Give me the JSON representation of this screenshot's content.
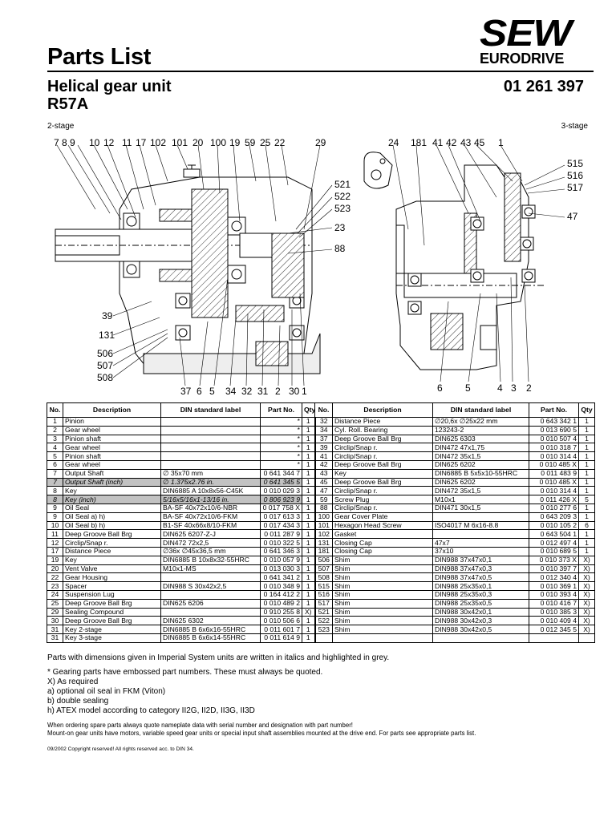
{
  "header": {
    "title": "Parts List",
    "subtitle_1": "Helical gear unit",
    "subtitle_2": "R57A",
    "document_number": "01 261 397",
    "logo_top": "SEW",
    "logo_bottom": "EURODRIVE",
    "stage_left": "2-stage",
    "stage_right": "3-stage"
  },
  "drawing_left_labels": [
    "7",
    "8",
    "9",
    "10",
    "12",
    "11",
    "17",
    "102",
    "101",
    "20",
    "100",
    "19",
    "59",
    "25",
    "22",
    "29",
    "521",
    "522",
    "523",
    "23",
    "88",
    "39",
    "131",
    "506",
    "507",
    "508",
    "37",
    "6",
    "5",
    "34",
    "32",
    "31",
    "2",
    "30",
    "1"
  ],
  "drawing_right_labels": [
    "24",
    "181",
    "41",
    "42",
    "43",
    "45",
    "1",
    "515",
    "516",
    "517",
    "47",
    "6",
    "5",
    "4",
    "3",
    "2"
  ],
  "table": {
    "headers": {
      "no": "No.",
      "description": "Description",
      "din": "DIN standard label",
      "part_no": "Part No.",
      "qty": "Qty"
    },
    "left_rows": [
      {
        "no": "1",
        "desc": "Pinion",
        "din": "",
        "part": "*",
        "qty": "1",
        "gray": false
      },
      {
        "no": "2",
        "desc": "Gear wheel",
        "din": "",
        "part": "*",
        "qty": "1",
        "gray": false
      },
      {
        "no": "3",
        "desc": "Pinion shaft",
        "din": "",
        "part": "*",
        "qty": "1",
        "gray": false
      },
      {
        "no": "4",
        "desc": "Gear wheel",
        "din": "",
        "part": "*",
        "qty": "1",
        "gray": false
      },
      {
        "no": "5",
        "desc": "Pinion shaft",
        "din": "",
        "part": "*",
        "qty": "1",
        "gray": false
      },
      {
        "no": "6",
        "desc": "Gear wheel",
        "din": "",
        "part": "*",
        "qty": "1",
        "gray": false
      },
      {
        "no": "7",
        "desc": "Output Shaft",
        "din": "∅ 35x70 mm",
        "part": "0 641 344 7",
        "qty": "1",
        "gray": false
      },
      {
        "no": "7",
        "desc": "Output Shaft (inch)",
        "din": "∅ 1.375x2.76 in.",
        "part": "0 641 345 5",
        "qty": "1",
        "gray": true
      },
      {
        "no": "8",
        "desc": "Key",
        "din": "DIN6885  A 10x8x56-C45K",
        "part": "0 010 029 3",
        "qty": "1",
        "gray": false
      },
      {
        "no": "8",
        "desc": "Key (inch)",
        "din": "5/16x5/16x1-13/16 in.",
        "part": "0 806 923 9",
        "qty": "1",
        "gray": true
      },
      {
        "no": "9",
        "desc": "Oil Seal",
        "din": "BA-SF 40x72x10/6-NBR",
        "part": "0 017 758 X",
        "qty": "1",
        "gray": false
      },
      {
        "no": "9",
        "desc": "Oil Seal  a)  h)",
        "din": "BA-SF 40x72x10/6-FKM",
        "part": "0 017 613 3",
        "qty": "1",
        "gray": false
      },
      {
        "no": "10",
        "desc": "Oil Seal  b)  h)",
        "din": "B1-SF 40x66x8/10-FKM",
        "part": "0 017 434 3",
        "qty": "1",
        "gray": false
      },
      {
        "no": "11",
        "desc": "Deep Groove Ball Brg",
        "din": "DIN625  6207-Z-J",
        "part": "0 011 287 9",
        "qty": "1",
        "gray": false
      },
      {
        "no": "12",
        "desc": "Circlip/Snap r.",
        "din": "DIN472  72x2,5",
        "part": "0 010 322 5",
        "qty": "1",
        "gray": false
      },
      {
        "no": "17",
        "desc": "Distance Piece",
        "din": "∅36x ∅45x36,5 mm",
        "part": "0 641 346 3",
        "qty": "1",
        "gray": false
      },
      {
        "no": "19",
        "desc": "Key",
        "din": "DIN6885  B 10x8x32-55HRC",
        "part": "0 010 057 9",
        "qty": "1",
        "gray": false
      },
      {
        "no": "20",
        "desc": "Vent Valve",
        "din": "M10x1-MS",
        "part": "0 013 030 3",
        "qty": "1",
        "gray": false
      },
      {
        "no": "22",
        "desc": "Gear Housing",
        "din": "",
        "part": "0 641 341 2",
        "qty": "1",
        "gray": false
      },
      {
        "no": "23",
        "desc": "Spacer",
        "din": "DIN988  S 30x42x2,5",
        "part": "0 010 348 9",
        "qty": "1",
        "gray": false
      },
      {
        "no": "24",
        "desc": "Suspension Lug",
        "din": "",
        "part": "0 164 412 2",
        "qty": "1",
        "gray": false
      },
      {
        "no": "25",
        "desc": "Deep Groove Ball Brg",
        "din": "DIN625  6206",
        "part": "0 010 489 2",
        "qty": "1",
        "gray": false
      },
      {
        "no": "29",
        "desc": "Sealing Compound",
        "din": "",
        "part": "0 910 255 8",
        "qty": "X)",
        "gray": false
      },
      {
        "no": "30",
        "desc": "Deep Groove Ball Brg",
        "din": "DIN625  6302",
        "part": "0 010 506 6",
        "qty": "1",
        "gray": false
      },
      {
        "no": "31",
        "desc": "Key 2-stage",
        "din": "DIN6885  B 6x6x16-55HRC",
        "part": "0 011 601 7",
        "qty": "1",
        "gray": false
      },
      {
        "no": "31",
        "desc": "Key 3-stage",
        "din": "DIN6885  B 6x6x14-55HRC",
        "part": "0 011 614 9",
        "qty": "1",
        "gray": false
      }
    ],
    "right_rows": [
      {
        "no": "32",
        "desc": "Distance Piece",
        "din": "∅20,6x ∅25x22 mm",
        "part": "0 643 342 1",
        "qty": "1"
      },
      {
        "no": "34",
        "desc": "Cyl. Roll. Bearing",
        "din": "123243-2",
        "part": "0 013 690 5",
        "qty": "1"
      },
      {
        "no": "37",
        "desc": "Deep Groove Ball Brg",
        "din": "DIN625  6303",
        "part": "0 010 507 4",
        "qty": "1"
      },
      {
        "no": "39",
        "desc": "Circlip/Snap r.",
        "din": "DIN472  47x1,75",
        "part": "0 010 318 7",
        "qty": "1"
      },
      {
        "no": "41",
        "desc": "Circlip/Snap r.",
        "din": "DIN472  35x1,5",
        "part": "0 010 314 4",
        "qty": "1"
      },
      {
        "no": "42",
        "desc": "Deep Groove Ball Brg",
        "din": "DIN625  6202",
        "part": "0 010 485 X",
        "qty": "1"
      },
      {
        "no": "43",
        "desc": "Key",
        "din": "DIN6885  B 5x5x10-55HRC",
        "part": "0 011 483 9",
        "qty": "1"
      },
      {
        "no": "45",
        "desc": "Deep Groove Ball Brg",
        "din": "DIN625  6202",
        "part": "0 010 485 X",
        "qty": "1"
      },
      {
        "no": "47",
        "desc": "Circlip/Snap r.",
        "din": "DIN472  35x1,5",
        "part": "0 010 314 4",
        "qty": "1"
      },
      {
        "no": "59",
        "desc": "Screw Plug",
        "din": "M10x1",
        "part": "0 011 426 X",
        "qty": "5"
      },
      {
        "no": "88",
        "desc": "Circlip/Snap r.",
        "din": "DIN471  30x1,5",
        "part": "0 010 277 6",
        "qty": "1"
      },
      {
        "no": "100",
        "desc": "Gear Cover Plate",
        "din": "",
        "part": "0 643 209 3",
        "qty": "1"
      },
      {
        "no": "101",
        "desc": "Hexagon Head Screw",
        "din": "ISO4017  M 6x16-8.8",
        "part": "0 010 105 2",
        "qty": "6"
      },
      {
        "no": "102",
        "desc": "Gasket",
        "din": "",
        "part": "0 643 504 1",
        "qty": "1"
      },
      {
        "no": "131",
        "desc": "Closing Cap",
        "din": "47x7",
        "part": "0 012 497 4",
        "qty": "1"
      },
      {
        "no": "181",
        "desc": "Closing Cap",
        "din": "37x10",
        "part": "0 010 689 5",
        "qty": "1"
      },
      {
        "no": "506",
        "desc": "Shim",
        "din": "DIN988  37x47x0,1",
        "part": "0 010 373 X",
        "qty": "X)"
      },
      {
        "no": "507",
        "desc": "Shim",
        "din": "DIN988  37x47x0,3",
        "part": "0 010 397 7",
        "qty": "X)"
      },
      {
        "no": "508",
        "desc": "Shim",
        "din": "DIN988  37x47x0,5",
        "part": "0 012 340 4",
        "qty": "X)"
      },
      {
        "no": "515",
        "desc": "Shim",
        "din": "DIN988  25x35x0,1",
        "part": "0 010 369 1",
        "qty": "X)"
      },
      {
        "no": "516",
        "desc": "Shim",
        "din": "DIN988  25x35x0,3",
        "part": "0 010 393 4",
        "qty": "X)"
      },
      {
        "no": "517",
        "desc": "Shim",
        "din": "DIN988  25x35x0,5",
        "part": "0 010 416 7",
        "qty": "X)"
      },
      {
        "no": "521",
        "desc": "Shim",
        "din": "DIN988  30x42x0,1",
        "part": "0 010 385 3",
        "qty": "X)"
      },
      {
        "no": "522",
        "desc": "Shim",
        "din": "DIN988  30x42x0,3",
        "part": "0 010 409 4",
        "qty": "X)"
      },
      {
        "no": "523",
        "desc": "Shim",
        "din": "DIN988  30x42x0,5",
        "part": "0 012 345 5",
        "qty": "X)"
      },
      {
        "no": "",
        "desc": "",
        "din": "",
        "part": "",
        "qty": ""
      }
    ]
  },
  "notes": {
    "imperial": "Parts with dimensions given in Imperial System units are written in italics and highlighted in grey.",
    "lines": [
      "* Gearing parts have embossed part numbers. These must always be quoted.",
      "X) As required",
      "a) optional oil seal in FKM (Viton)",
      "b) double sealing",
      "h) ATEX model according to category II2G, II2D, II3G, II3D"
    ],
    "small_1": "When ordering spare parts always quote nameplate data with serial number and designation with part number!",
    "small_2": "Mount-on gear units have motors, variable speed gear units or special input shaft assemblies mounted at the drive end. For parts see appropriate parts list.",
    "copyright": "09/2002 Copyright reserved! All rights reserved acc. to DIN 34."
  },
  "colors": {
    "highlight_gray": "#c2c2c2",
    "text": "#000000",
    "background": "#ffffff"
  }
}
